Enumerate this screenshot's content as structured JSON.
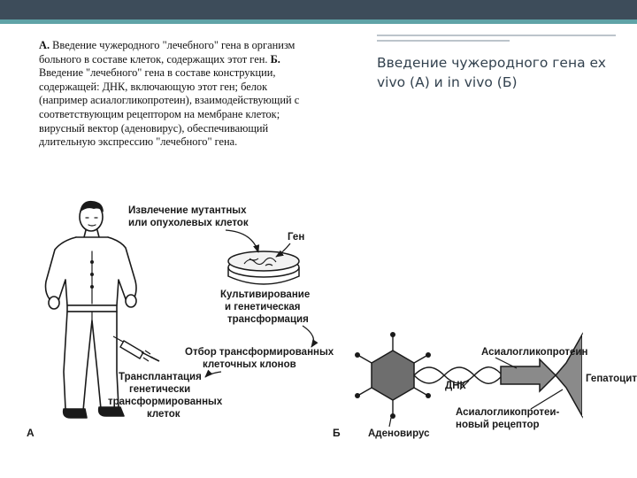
{
  "slide": {
    "caption": {
      "part_a_marker": "А.",
      "part_a_text": "Введение чужеродного \"лечебного\" гена в организм больного в составе клеток, содержащих этот ген.",
      "part_b_marker": "Б.",
      "part_b_text": "Введение \"лечебного\" гена в составе конструкции, содержащей: ДНК, включающую этот ген; белок (например асиалогликопротеин), взаимодействующий с соответствующим рецептором на мембране клеток; вирусный вектор (аденовирус), обеспечивающий длительную экспрессию \"лечебного\" гена."
    },
    "title": "Введение чужеродного гена ex vivo (А) и in vivo (Б)"
  },
  "figure_a": {
    "panel_letter": "А",
    "labels": {
      "extraction_1": "Извлечение мутантных",
      "extraction_2": "или опухолевых клеток",
      "gene": "Ген",
      "culture_1": "Культивирование",
      "culture_2": "и генетическая",
      "culture_3": "трансформация",
      "selection_1": "Отбор трансформированных",
      "selection_2": "клеточных клонов",
      "transplant_1": "Трансплантация",
      "transplant_2": "генетически",
      "transplant_3": "трансформированных",
      "transplant_4": "клеток"
    }
  },
  "figure_b": {
    "panel_letter": "Б",
    "labels": {
      "asialo_protein": "Асиалогликопротеин",
      "dna": "ДНК",
      "hepatocyte": "Гепатоцит",
      "receptor_1": "Асиалогликопротеи-",
      "receptor_2": "новый рецептор",
      "adenovirus": "Аденовирус"
    }
  }
}
